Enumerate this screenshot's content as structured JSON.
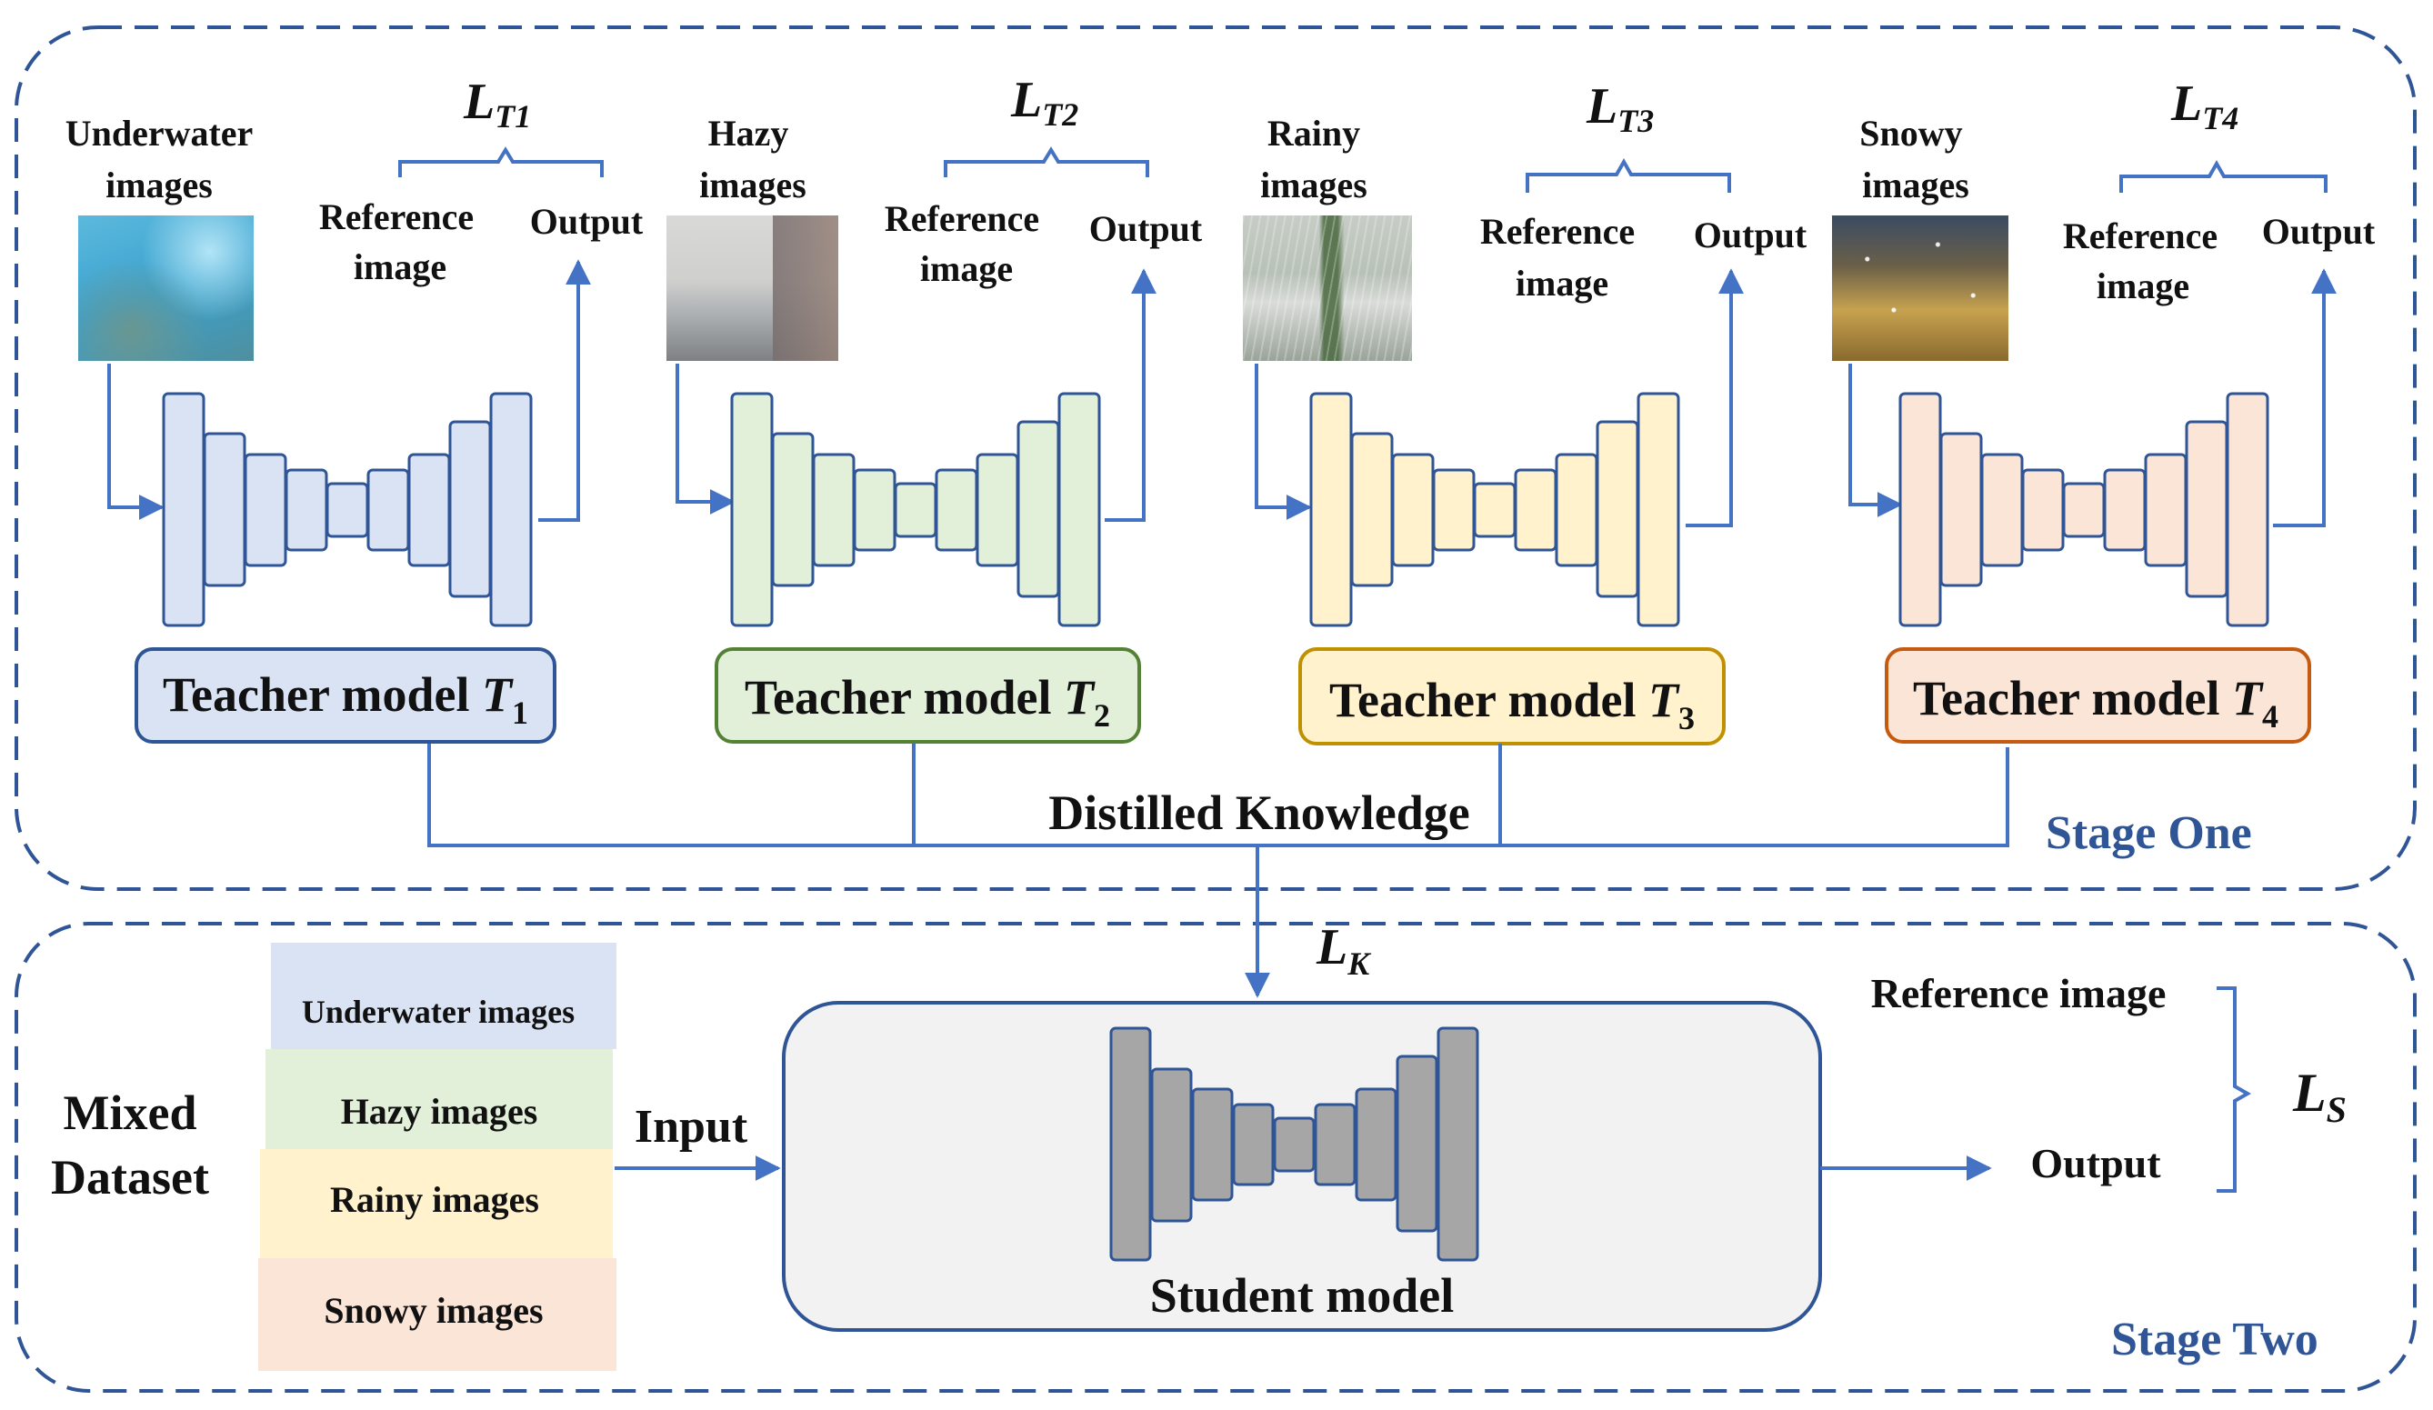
{
  "stages": {
    "one": "Stage One",
    "two": "Stage Two"
  },
  "distilled_label": "Distilled Knowledge",
  "teachers": [
    {
      "id": "t1",
      "input_label_line1": "Underwater",
      "input_label_line2": "images",
      "thumbnail": "underwater-image-thumbnail",
      "loss_main": "L",
      "loss_sub": "T1",
      "reference_line1": "Reference",
      "reference_line2": "image",
      "output_label": "Output",
      "model_text": "Teacher model ",
      "model_var": "T",
      "model_sub": "1",
      "fill": "#dae3f3",
      "border": "#2f5597"
    },
    {
      "id": "t2",
      "input_label_line1": "Hazy",
      "input_label_line2": "images",
      "thumbnail": "hazy-image-thumbnail",
      "loss_main": "L",
      "loss_sub": "T2",
      "reference_line1": "Reference",
      "reference_line2": "image",
      "output_label": "Output",
      "model_text": "Teacher model ",
      "model_var": "T",
      "model_sub": "2",
      "fill": "#e2f0d9",
      "border": "#548235"
    },
    {
      "id": "t3",
      "input_label_line1": "Rainy",
      "input_label_line2": "images",
      "thumbnail": "rainy-image-thumbnail",
      "loss_main": "L",
      "loss_sub": "T3",
      "reference_line1": "Reference",
      "reference_line2": "image",
      "output_label": "Output",
      "model_text": "Teacher model ",
      "model_var": "T",
      "model_sub": "3",
      "fill": "#fff2cc",
      "border": "#bf9000"
    },
    {
      "id": "t4",
      "input_label_line1": "Snowy",
      "input_label_line2": "images",
      "thumbnail": "snowy-image-thumbnail",
      "loss_main": "L",
      "loss_sub": "T4",
      "reference_line1": "Reference",
      "reference_line2": "image",
      "output_label": "Output",
      "model_text": "Teacher model ",
      "model_var": "T",
      "model_sub": "4",
      "fill": "#fbe5d6",
      "border": "#c55a11"
    }
  ],
  "knowledge_loss": {
    "main": "L",
    "sub": "K"
  },
  "mixed_dataset": {
    "title_line1": "Mixed",
    "title_line2": "Dataset",
    "input_label": "Input",
    "items": [
      {
        "label": "Underwater images",
        "color": "#dae3f3"
      },
      {
        "label": "Hazy images",
        "color": "#e2f0d9"
      },
      {
        "label": "Rainy images",
        "color": "#fff2cc"
      },
      {
        "label": "Snowy images",
        "color": "#fbe5d6"
      }
    ]
  },
  "student": {
    "label": "Student model",
    "fill": "#a6a6a6",
    "border": "#2f5597",
    "panel_fill": "#f2f2f2"
  },
  "student_loss": {
    "reference_label": "Reference image",
    "output_label": "Output",
    "main": "L",
    "sub": "S"
  },
  "colors": {
    "accent": "#4472c4",
    "stage_text": "#2f5597",
    "dashed_border": "#2f5597"
  }
}
